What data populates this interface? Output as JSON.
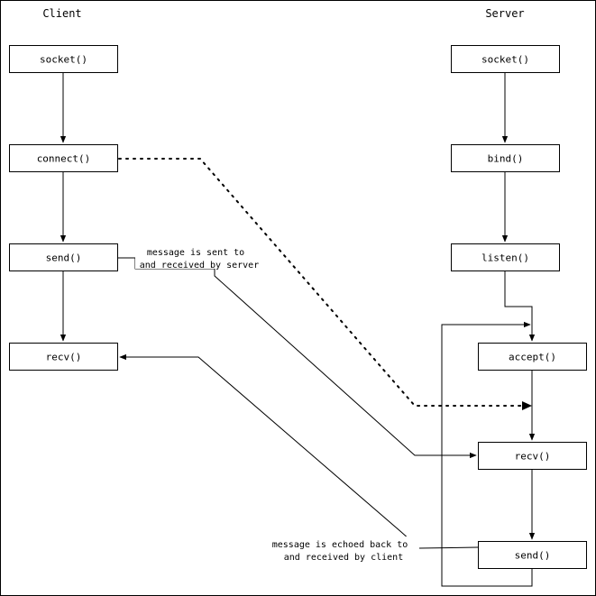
{
  "columns": {
    "client": "Client",
    "server": "Server"
  },
  "client_boxes": {
    "socket": "socket()",
    "connect": "connect()",
    "send": "send()",
    "recv": "recv()"
  },
  "server_boxes": {
    "socket": "socket()",
    "bind": "bind()",
    "listen": "listen()",
    "accept": "accept()",
    "recv": "recv()",
    "send": "send()"
  },
  "notes": {
    "sent": [
      "message is sent to",
      "and received by server"
    ],
    "echoed": [
      "message is echoed back to",
      "and received by client"
    ]
  }
}
